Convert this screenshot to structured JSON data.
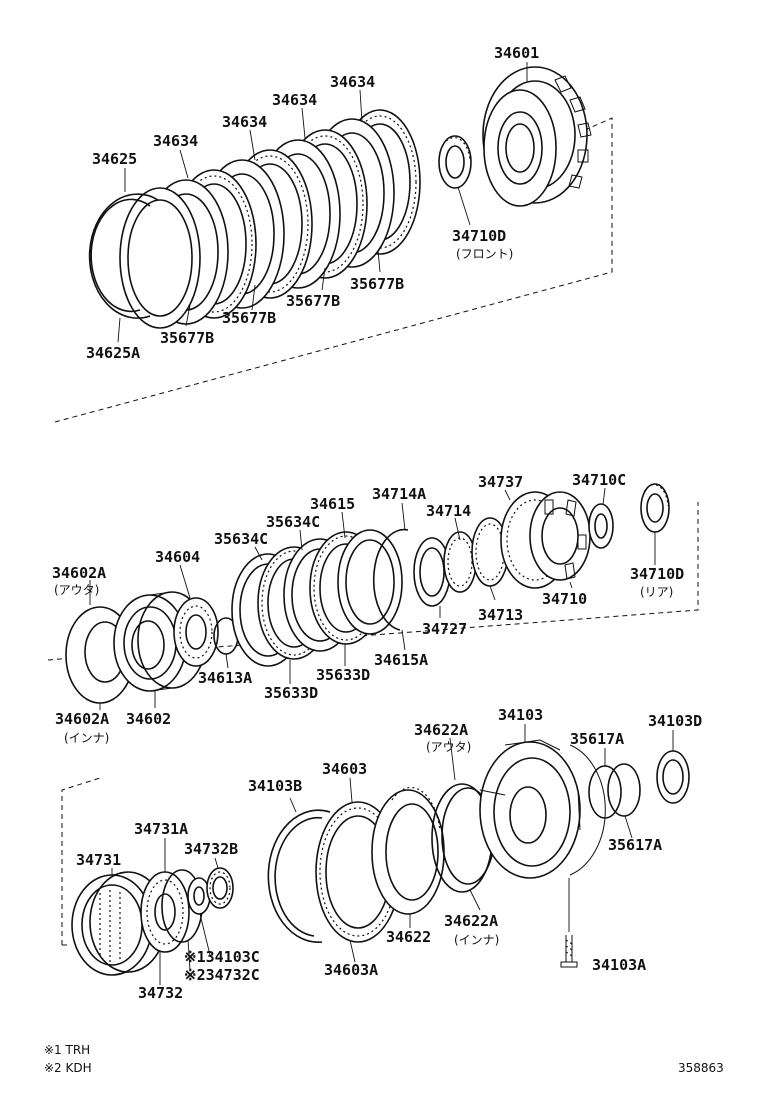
{
  "parts": {
    "p34601": "34601",
    "p34625": "34625",
    "p34634_a": "34634",
    "p34634_b": "34634",
    "p34634_c": "34634",
    "p34634_d": "34634",
    "p34710D_front": "34710D",
    "front_note": "(フロント)",
    "p35677B_a": "35677B",
    "p35677B_b": "35677B",
    "p35677B_c": "35677B",
    "p35677B_d": "35677B",
    "p34625A": "34625A",
    "p34602A_outer": "34602A",
    "outer_note_1": "(アウタ)",
    "p34604": "34604",
    "p35634C_a": "35634C",
    "p35634C_b": "35634C",
    "p34615": "34615",
    "p34714A": "34714A",
    "p34714": "34714",
    "p34737": "34737",
    "p34710C": "34710C",
    "p34710D_rear": "34710D",
    "rear_note": "(リア)",
    "p34710": "34710",
    "p34713": "34713",
    "p34727": "34727",
    "p34615A": "34615A",
    "p35633D_a": "35633D",
    "p35633D_b": "35633D",
    "p34613A": "34613A",
    "p34602": "34602",
    "p34602A_inner": "34602A",
    "inner_note_1": "(インナ)",
    "p34622A_outer": "34622A",
    "outer_note_2": "(アウタ)",
    "p34103": "34103",
    "p35617A_a": "35617A",
    "p34103D": "34103D",
    "p34103B": "34103B",
    "p34603": "34603",
    "p34731A": "34731A",
    "p34732B": "34732B",
    "p34731": "34731",
    "p35617A_b": "35617A",
    "p34622A_inner": "34622A",
    "inner_note_2": "(インナ)",
    "p34622": "34622",
    "p34103C": "※134103C",
    "p34732C": "※234732C",
    "p34732": "34732",
    "p34603A": "34603A",
    "p34103A": "34103A"
  },
  "footnotes": {
    "note1": "※1 TRH",
    "note2": "※2 KDH",
    "diagram_id": "358863"
  }
}
